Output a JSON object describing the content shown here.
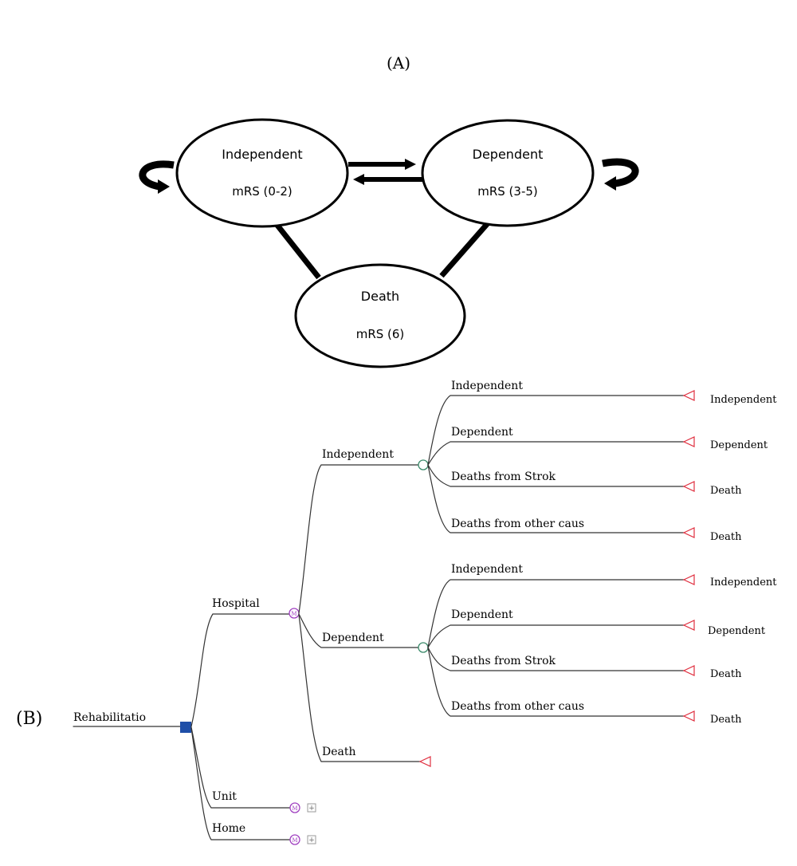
{
  "panel_a": {
    "label": "(A)",
    "states": {
      "independent": {
        "name": "Independent",
        "score": "mRS (0-2)"
      },
      "dependent": {
        "name": "Dependent",
        "score": "mRS (3-5)"
      },
      "death": {
        "name": "Death",
        "score": "mRS (6)"
      }
    }
  },
  "panel_b": {
    "label": "(B)",
    "root": "Rehabilitatio",
    "settings": [
      "Hospital",
      "Unit",
      "Home"
    ],
    "hospital_states": [
      "Independent",
      "Dependent",
      "Death"
    ],
    "transitions": [
      "Independent",
      "Dependent",
      "Deaths from Strok",
      "Deaths from other caus"
    ],
    "terminals": [
      "Independent",
      "Dependent",
      "Death",
      "Death"
    ],
    "expand_symbol": "+",
    "markov_symbol": "M",
    "colors": {
      "decision_node": "#1f4fa8",
      "markov_node": "#a040c0",
      "chance_node": "#3a8a6a",
      "terminal_node": "#e03040",
      "line": "#333333"
    }
  }
}
